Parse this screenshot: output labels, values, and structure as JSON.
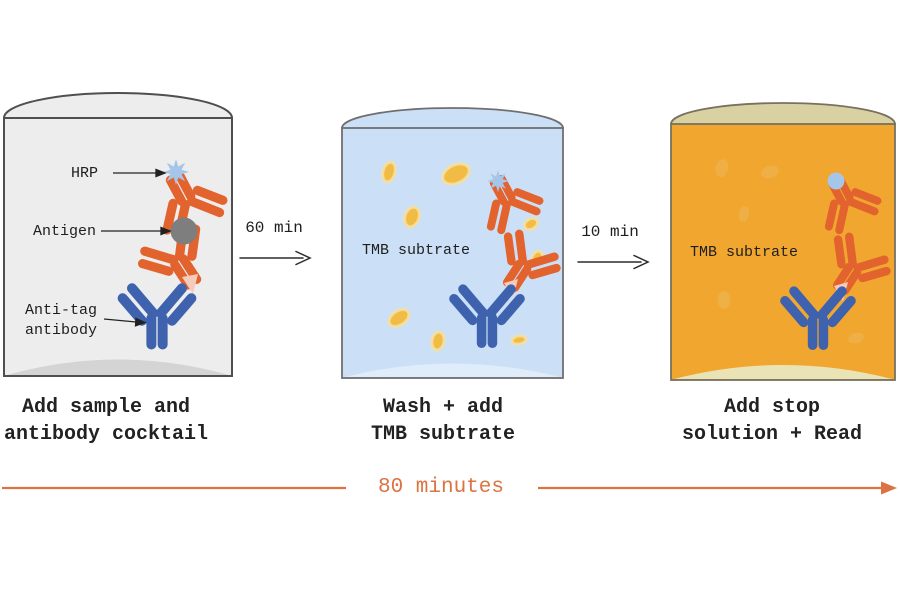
{
  "diagram": {
    "title_semantic": "sandwich immunoassay workflow",
    "steps": [
      {
        "caption": [
          "Add sample and",
          "antibody cocktail"
        ],
        "labels": {
          "hrp": "HRP",
          "antigen": "Antigen",
          "anti_tag": [
            "Anti-tag",
            "antibody"
          ]
        }
      },
      {
        "caption": [
          "Wash + add",
          "TMB subtrate"
        ],
        "substrate": "TMB subtrate"
      },
      {
        "caption": [
          "Add stop",
          "solution + Read"
        ],
        "substrate": "TMB subtrate"
      }
    ],
    "transitions": [
      "60 min",
      "10 min"
    ],
    "timeline": "80 minutes",
    "colors": {
      "antibody_orange": "#e2632e",
      "antibody_blue": "#3e62ae",
      "antigen_gray": "#7e7e7e",
      "hrp_blue": "#a6c6e9",
      "tag_pink": "#f5cbba",
      "well1_fill": "#ededed",
      "well1_shadow": "#d4d4d4",
      "well2_fill": "#cbe0f6",
      "well2_bottom": "#dfecf9",
      "well3_fill": "#f1a72f",
      "well3_dome": "#dad1a3",
      "well3_bottom": "#eae3b6",
      "substrate_yellow": "#f1bc45",
      "timeline_orange": "#db7342",
      "text_dark": "#1e1e1e"
    }
  }
}
